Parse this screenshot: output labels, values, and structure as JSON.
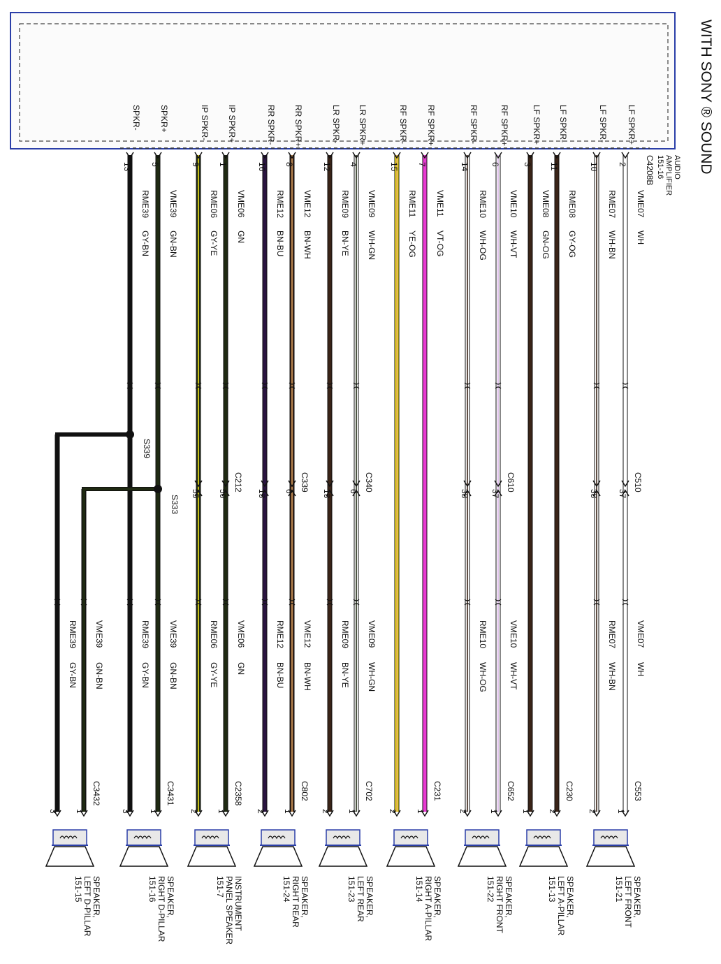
{
  "title": "WITH SONY ® SOUND",
  "amplifier": {
    "label": [
      "AUDIO",
      "AMPLIFIER",
      "151-16"
    ],
    "connector": "C4208B"
  },
  "colors": {
    "frame": "#2b3fa8",
    "WH": "#ffffff",
    "BN": "#3a2418",
    "GN": "#1f2a12",
    "GY": "#8a8a8a",
    "VT": "#d8b4e8",
    "BU": "#2a1440",
    "YE": "#f2e21a",
    "OG": "#d9a060",
    "magenta": "#e83ad2",
    "black": "#111111"
  },
  "wires": [
    {
      "id": "LF+",
      "pin_label": "LF SPKR+",
      "pin": "2",
      "circuit": "VME07",
      "color_code": "WH",
      "base": "WH",
      "stripe": "WH",
      "inline": {
        "conn": "C510",
        "pin": "37"
      },
      "end": {
        "conn": "C553",
        "pin": "1"
      },
      "circuit2": "VME07",
      "color_code2": "WH"
    },
    {
      "id": "LF-",
      "pin_label": "LF SPKR-",
      "pin": "10",
      "circuit": "RME07",
      "color_code": "WH-BN",
      "base": "WH",
      "stripe": "BN",
      "inline": {
        "conn": "",
        "pin": "38"
      },
      "end": {
        "conn": "",
        "pin": "2"
      },
      "circuit2": "RME07",
      "color_code2": "WH-BN"
    },
    {
      "id": "LFA-",
      "pin_label": "LF SPKR-",
      "pin": "11",
      "circuit": "RME08",
      "color_code": "GY-OG",
      "base": "BN",
      "stripe": "BN",
      "end": {
        "conn": "C230",
        "pin": "2"
      }
    },
    {
      "id": "LFA+",
      "pin_label": "LF SPKR+",
      "pin": "3",
      "circuit": "VME08",
      "color_code": "GN-OG",
      "base": "BN",
      "stripe": "BN",
      "end": {
        "conn": "",
        "pin": "1"
      }
    },
    {
      "id": "RF+",
      "pin_label": "RF SPKR+",
      "pin": "6",
      "circuit": "VME10",
      "color_code": "WH-VT",
      "base": "WH",
      "stripe": "VT",
      "inline": {
        "conn": "C610",
        "pin": "37"
      },
      "end": {
        "conn": "C652",
        "pin": "1"
      },
      "circuit2": "VME10",
      "color_code2": "WH-VT"
    },
    {
      "id": "RF-",
      "pin_label": "RF SPKR-",
      "pin": "14",
      "circuit": "RME10",
      "color_code": "WH-OG",
      "base": "WH",
      "stripe": "BN",
      "inline": {
        "conn": "",
        "pin": "38"
      },
      "end": {
        "conn": "",
        "pin": "2"
      },
      "circuit2": "RME10",
      "color_code2": "WH-OG"
    },
    {
      "id": "RFA+",
      "pin_label": "RF SPKR+",
      "pin": "7",
      "circuit": "VME11",
      "color_code": "VT-OG",
      "base": "magenta",
      "stripe": "magenta",
      "end": {
        "conn": "C231",
        "pin": "1"
      }
    },
    {
      "id": "RFA-",
      "pin_label": "RF SPKR-",
      "pin": "15",
      "circuit": "RME11",
      "color_code": "YE-OG",
      "base": "YE",
      "stripe": "OG",
      "end": {
        "conn": "",
        "pin": "2"
      }
    },
    {
      "id": "LR+",
      "pin_label": "LR SPKR+",
      "pin": "4",
      "circuit": "VME09",
      "color_code": "WH-GN",
      "base": "WH",
      "stripe": "GN",
      "inline": {
        "conn": "C340",
        "pin": "6"
      },
      "end": {
        "conn": "C702",
        "pin": "1"
      },
      "circuit2": "VME09",
      "color_code2": "WH-GN"
    },
    {
      "id": "LR-",
      "pin_label": "LR SPKR-",
      "pin": "12",
      "circuit": "RME09",
      "color_code": "BN-YE",
      "base": "BN",
      "stripe": "BN",
      "inline": {
        "conn": "",
        "pin": "13"
      },
      "end": {
        "conn": "",
        "pin": "2"
      },
      "circuit2": "RME09",
      "color_code2": "BN-YE"
    },
    {
      "id": "RR+",
      "pin_label": "RR SPKR+",
      "pin": "8",
      "circuit": "VME12",
      "color_code": "BN-WH",
      "base": "BN",
      "stripe": "OG",
      "inline": {
        "conn": "C339",
        "pin": "6"
      },
      "end": {
        "conn": "C802",
        "pin": "1"
      },
      "circuit2": "VME12",
      "color_code2": "BN-WH"
    },
    {
      "id": "RR-",
      "pin_label": "RR SPKR-",
      "pin": "16",
      "circuit": "RME12",
      "color_code": "BN-BU",
      "base": "BU",
      "stripe": "BU",
      "inline": {
        "conn": "",
        "pin": "13"
      },
      "end": {
        "conn": "",
        "pin": "2"
      },
      "circuit2": "RME12",
      "color_code2": "BN-BU"
    },
    {
      "id": "IP+",
      "pin_label": "IP SPKR+",
      "pin": "1",
      "circuit": "VME06",
      "color_code": "GN",
      "base": "GN",
      "stripe": "GN",
      "inline": {
        "conn": "C212",
        "pin": "56"
      },
      "end": {
        "conn": "C2358",
        "pin": "1"
      },
      "circuit2": "VME06",
      "color_code2": "GN"
    },
    {
      "id": "IP-",
      "pin_label": "IP SPKR-",
      "pin": "9",
      "circuit": "RME06",
      "color_code": "GY-YE",
      "base": "GN",
      "stripe": "YE",
      "inline": {
        "conn": "",
        "pin": "55"
      },
      "end": {
        "conn": "",
        "pin": "2"
      },
      "circuit2": "RME06",
      "color_code2": "GY-YE"
    },
    {
      "id": "D+",
      "pin_label": "SPKR+",
      "pin": "5",
      "circuit": "VME39",
      "color_code": "GN-BN",
      "base": "GN",
      "stripe": "GN",
      "splice": "S333",
      "end": {
        "conn": "C3431",
        "pin": "1"
      },
      "circuit2": "VME39",
      "color_code2": "GN-BN"
    },
    {
      "id": "D-",
      "pin_label": "SPKR-",
      "pin": "13",
      "circuit": "RME39",
      "color_code": "GY-BN",
      "base": "black",
      "stripe": "black",
      "splice": "S339",
      "end": {
        "conn": "",
        "pin": "3"
      },
      "circuit2": "RME39",
      "color_code2": "GY-BN"
    },
    {
      "id": "LD+",
      "pin_label": "",
      "pin": "",
      "circuit": "",
      "color_code": "",
      "base": "GN",
      "stripe": "GN",
      "end": {
        "conn": "C3432",
        "pin": "1"
      },
      "circuit2": "VME39",
      "color_code2": "GN-BN"
    },
    {
      "id": "LD-",
      "pin_label": "",
      "pin": "",
      "circuit": "",
      "color_code": "",
      "base": "black",
      "stripe": "black",
      "end": {
        "conn": "",
        "pin": "3"
      },
      "circuit2": "RME39",
      "color_code2": "GY-BN"
    }
  ],
  "speakers": [
    {
      "lines": [
        "SPEAKER,",
        "LEFT FRONT",
        "151-21"
      ]
    },
    {
      "lines": [
        "SPEAKER,",
        "LEFT A-PILLAR",
        "151-13"
      ]
    },
    {
      "lines": [
        "SPEAKER,",
        "RIGHT FRONT",
        "151-22"
      ]
    },
    {
      "lines": [
        "SPEAKER,",
        "RIGHT A-PILLAR",
        "151-14"
      ]
    },
    {
      "lines": [
        "SPEAKER,",
        "LEFT REAR",
        "151-23"
      ]
    },
    {
      "lines": [
        "SPEAKER,",
        "RIGHT REAR",
        "151-24"
      ]
    },
    {
      "lines": [
        "INSTRUMENT",
        "PANEL SPEAKER",
        "151-7"
      ]
    },
    {
      "lines": [
        "SPEAKER,",
        "RIGHT D-PILLAR",
        "151-16"
      ]
    },
    {
      "lines": [
        "SPEAKER,",
        "LEFT D-PILLAR",
        "151-15"
      ]
    }
  ]
}
